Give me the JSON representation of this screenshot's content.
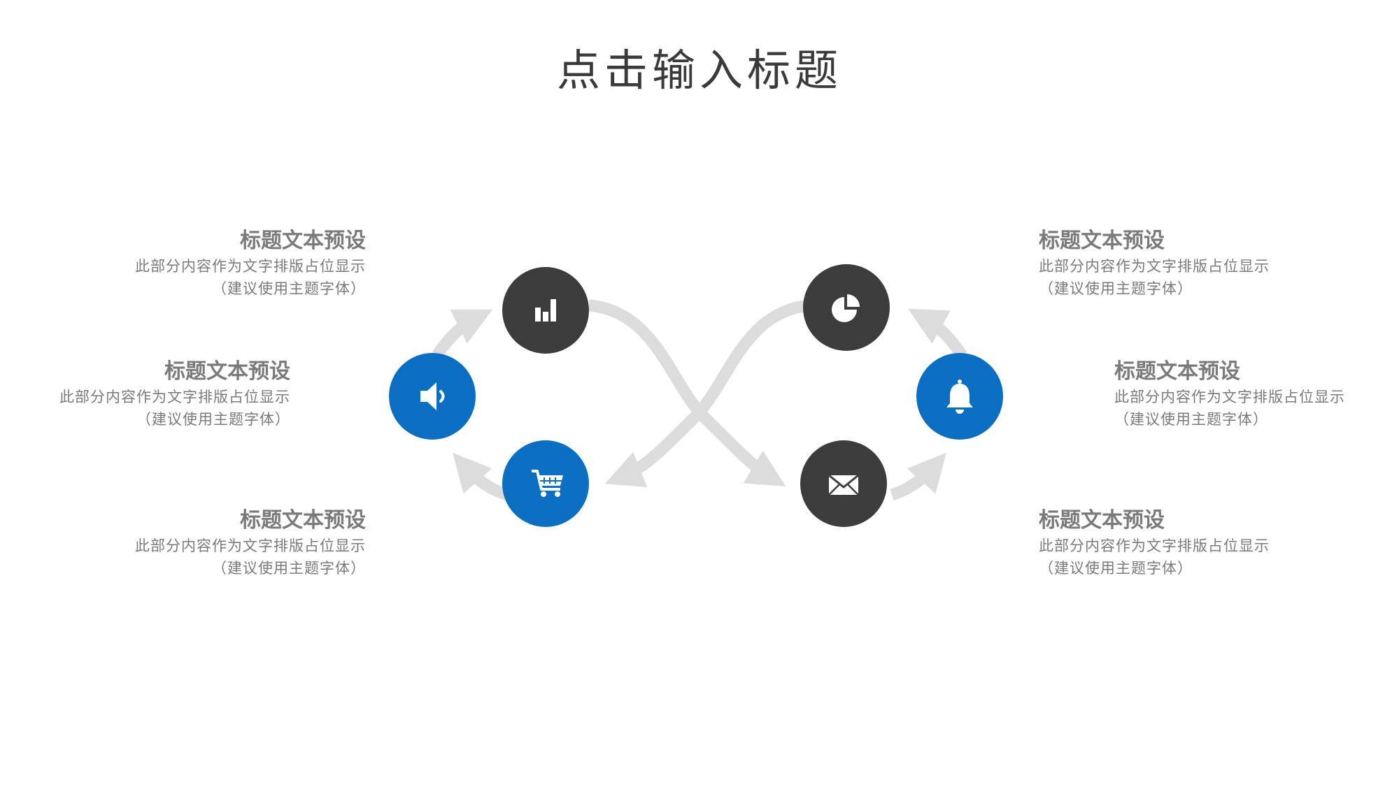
{
  "title": "点击输入标题",
  "colors": {
    "accent_blue": "#0a6fc2",
    "dark_node": "#3c3c3c",
    "arrow_gray": "#dcdcdc",
    "text_gray": "#7a7a7a"
  },
  "nodes": [
    {
      "id": "chart",
      "icon": "bar-chart-icon",
      "color": "dark"
    },
    {
      "id": "sound",
      "icon": "speaker-icon",
      "color": "blue"
    },
    {
      "id": "cart",
      "icon": "shopping-cart-icon",
      "color": "blue"
    },
    {
      "id": "pie",
      "icon": "pie-chart-icon",
      "color": "dark"
    },
    {
      "id": "bell",
      "icon": "bell-icon",
      "color": "blue"
    },
    {
      "id": "mail",
      "icon": "envelope-icon",
      "color": "dark"
    }
  ],
  "blocks": {
    "left_top": {
      "heading": "标题文本预设",
      "line1": "此部分内容作为文字排版占位显示",
      "line2": "（建议使用主题字体）"
    },
    "left_mid": {
      "heading": "标题文本预设",
      "line1": "此部分内容作为文字排版占位显示",
      "line2": "（建议使用主题字体）"
    },
    "left_bot": {
      "heading": "标题文本预设",
      "line1": "此部分内容作为文字排版占位显示",
      "line2": "（建议使用主题字体）"
    },
    "right_top": {
      "heading": "标题文本预设",
      "line1": "此部分内容作为文字排版占位显示",
      "line2": "（建议使用主题字体）"
    },
    "right_mid": {
      "heading": "标题文本预设",
      "line1": "此部分内容作为文字排版占位显示",
      "line2": "（建议使用主题字体）"
    },
    "right_bot": {
      "heading": "标题文本预设",
      "line1": "此部分内容作为文字排版占位显示",
      "line2": "（建议使用主题字体）"
    }
  }
}
